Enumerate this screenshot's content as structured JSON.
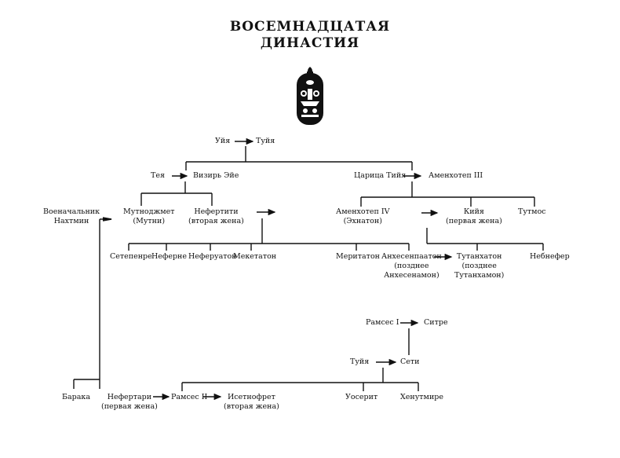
{
  "title": {
    "line1": "ВОСЕМНАДЦАТАЯ",
    "line2": "ДИНАСТИЯ"
  },
  "emblem": {
    "icon": "scarab-cartouche-icon"
  },
  "colors": {
    "ink": "#111111",
    "background": "#ffffff"
  },
  "arrow": "→",
  "people": {
    "uiya": "Уйя",
    "tuiya": "Туйя",
    "teya": "Тея",
    "vizir_eye": "Визирь Эйе",
    "tsaritsa_tiya": "Царица Тийя",
    "amenhotep3": "Аменхотеп III",
    "voenachalnik": {
      "line1": "Военачальник",
      "line2": "Нахтмин"
    },
    "mutnodzhmet": {
      "line1": "Мутноджмет",
      "line2": "(Мутни)"
    },
    "nefertiti": {
      "line1": "Нефертити",
      "line2": "(вторая жена)"
    },
    "amenhotep4": {
      "line1": "Аменхотеп IV",
      "line2": "(Эхнатон)"
    },
    "kiya": {
      "line1": "Кийя",
      "line2": "(первая жена)"
    },
    "tutmos": "Тутмос",
    "setepenre": "Сетепенре",
    "neferne": "Неферне",
    "neferuaton": "Неферуатон",
    "meketaton": "Мекетатон",
    "meritaton": "Меритатон",
    "ankhesenpaaton": {
      "line1": "Анхесенпаатон",
      "line2": "(позднее",
      "line3": "Анхесенамон)"
    },
    "tutankhaton": {
      "line1": "Тутанхатон",
      "line2": "(позднее",
      "line3": "Тутанхамон)"
    },
    "nebnefer": "Небнефер",
    "ramses1": "Рамсес I",
    "sitre": "Ситре",
    "tuiya2": "Туйя",
    "seti": "Сети",
    "baraka": "Барака",
    "nefertari": {
      "line1": "Нефертари",
      "line2": "(первая жена)"
    },
    "ramses2": "Рамсес II",
    "isetnofret": {
      "line1": "Исетнофрет",
      "line2": "(вторая жена)"
    },
    "userit": "Уосерит",
    "khenutmire": "Хенутмире"
  }
}
